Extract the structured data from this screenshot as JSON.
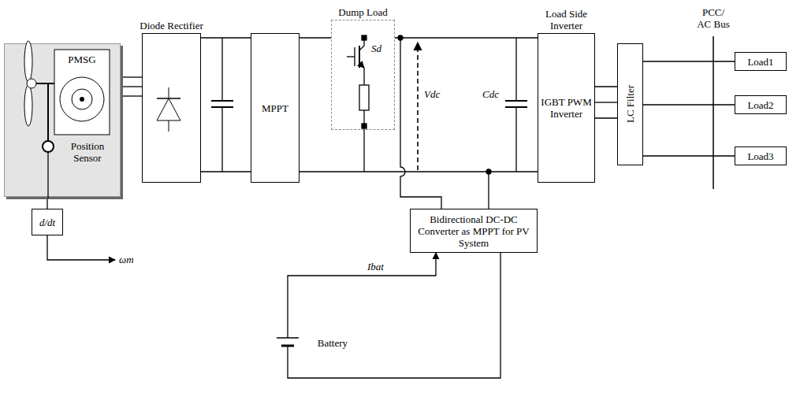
{
  "diagram": {
    "nodes": [
      {
        "text": [
          "PMSG",
          "Position Sensor"
        ]
      },
      {
        "text": [
          "d/dt"
        ]
      },
      {
        "text": [
          "Diode Rectifier"
        ]
      },
      {
        "text": [
          "MPPT"
        ]
      },
      {
        "text": [
          "Dump Load"
        ]
      },
      {
        "text": [
          "Load Side Inverter",
          "IGBT PWM Inverter"
        ]
      },
      {
        "text": [
          "LC Filter"
        ]
      },
      {
        "text": [
          "Load1"
        ]
      },
      {
        "text": [
          "Load2"
        ]
      },
      {
        "text": [
          "Load3"
        ]
      },
      {
        "text": [
          "Bidirectional DC-DC Converter as MPPT for PV System"
        ]
      },
      {
        "text": [
          "Battery"
        ]
      }
    ],
    "edges": [
      {
        "from": 0,
        "to": 2,
        "arrow": "none"
      },
      {
        "from": 0,
        "to": 1,
        "arrow": "none"
      },
      {
        "from": 2,
        "to": 3,
        "arrow": "none"
      },
      {
        "from": 3,
        "to": 4,
        "arrow": "none"
      },
      {
        "from": 4,
        "to": 5,
        "arrow": "none"
      },
      {
        "from": 5,
        "to": 6,
        "arrow": "none"
      },
      {
        "from": 6,
        "to": 7,
        "arrow": "none"
      },
      {
        "from": 6,
        "to": 8,
        "arrow": "none"
      },
      {
        "from": 6,
        "to": 9,
        "arrow": "none"
      },
      {
        "from": 11,
        "to": 10,
        "label": "Ibat",
        "arrow": "to"
      }
    ],
    "labels": [
      "Sd",
      "Vdc",
      "Cdc",
      "ωm",
      "PCC/ AC Bus"
    ]
  }
}
